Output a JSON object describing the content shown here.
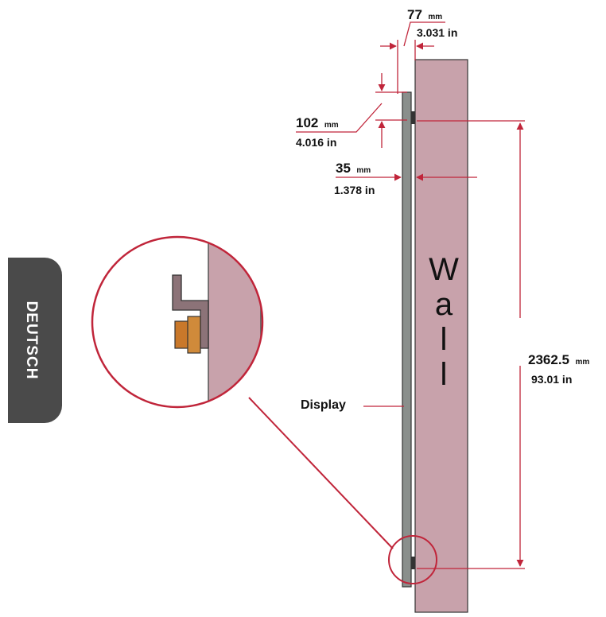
{
  "side_tab": {
    "label": "DEUTSCH"
  },
  "labels": {
    "wall_letters": [
      "W",
      "a",
      "l",
      "l"
    ],
    "display": "Display"
  },
  "dimensions": {
    "depth_total": {
      "value": "77",
      "unit": "mm",
      "imperial": "3.031 in"
    },
    "top_offset": {
      "value": "102",
      "unit": "mm",
      "imperial": "4.016 in"
    },
    "wall_gap": {
      "value": "35",
      "unit": "mm",
      "imperial": "1.378 in"
    },
    "height": {
      "value": "2362.5",
      "unit": "mm",
      "imperial": "93.01 in"
    }
  },
  "colors": {
    "wall": "#c8a2ab",
    "display": "#8a8f8c",
    "dimension": "#c0253a",
    "tab": "#4a4a4a",
    "bracket": "#c9782a"
  }
}
